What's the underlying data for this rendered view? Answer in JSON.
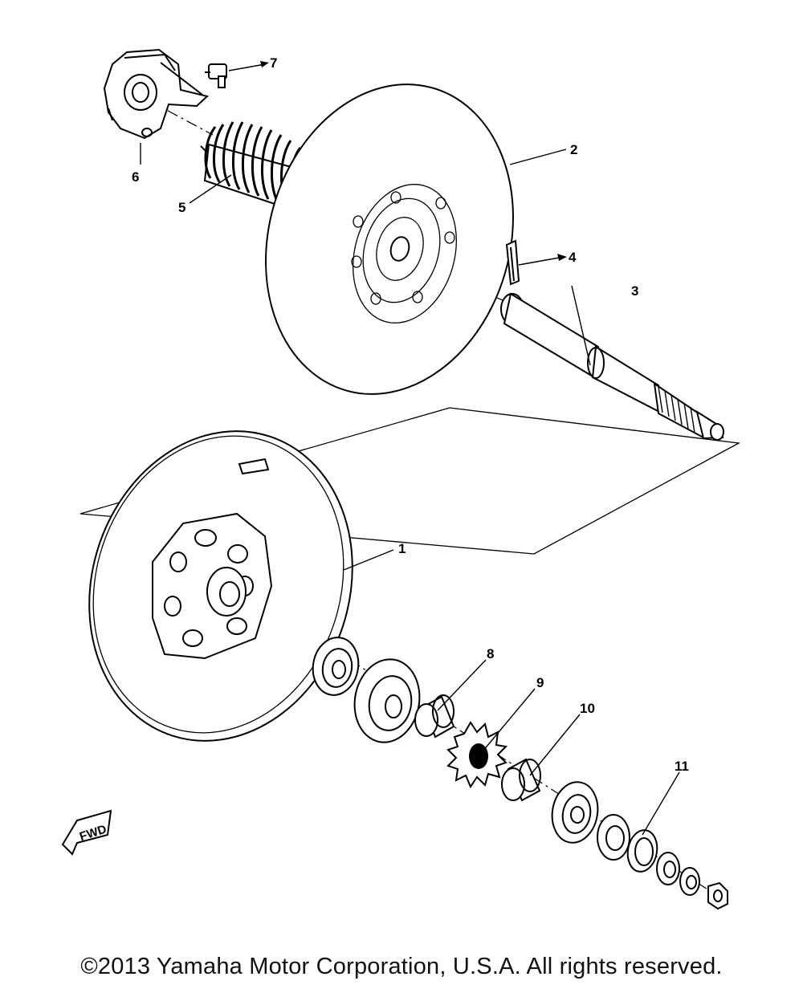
{
  "diagram": {
    "callouts": [
      {
        "id": "1",
        "label": "1"
      },
      {
        "id": "2",
        "label": "2"
      },
      {
        "id": "3",
        "label": "3"
      },
      {
        "id": "4",
        "label": "4"
      },
      {
        "id": "5",
        "label": "5"
      },
      {
        "id": "6",
        "label": "6"
      },
      {
        "id": "7",
        "label": "7"
      },
      {
        "id": "8",
        "label": "8"
      },
      {
        "id": "9",
        "label": "9"
      },
      {
        "id": "10",
        "label": "10"
      },
      {
        "id": "11",
        "label": "11"
      }
    ],
    "fwd_marker": "FWD"
  },
  "footer": {
    "copyright": "©2013 Yamaha Motor Corporation, U.S.A. All rights reserved."
  }
}
